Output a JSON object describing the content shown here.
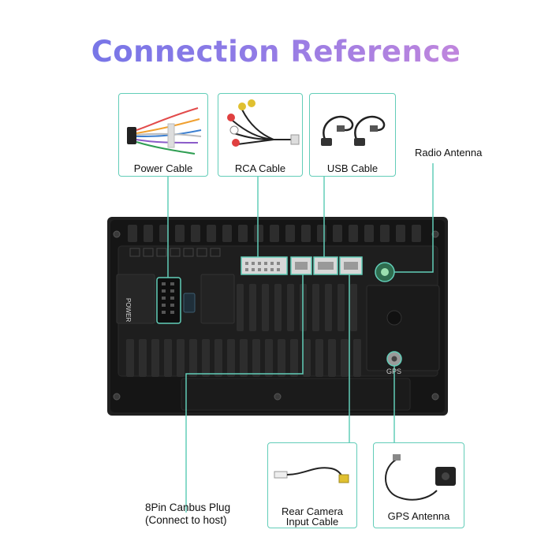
{
  "title": "Connection Reference",
  "labels": {
    "power_cable": "Power Cable",
    "rca_cable": "RCA Cable",
    "usb_cable": "USB Cable",
    "radio_antenna": "Radio Antenna",
    "canbus_line1": "8Pin Canbus Plug",
    "canbus_line2": "(Connect to host)",
    "rear_camera_line1": "Rear Camera",
    "rear_camera_line2": "Input Cable",
    "gps_antenna": "GPS Antenna",
    "gps_port": "GPS",
    "power_port": "POWER"
  },
  "colors": {
    "accent": "#62cdb8",
    "title_start": "#6a73e8",
    "title_end": "#d58ad9",
    "unit_body": "#1c1c1c"
  }
}
